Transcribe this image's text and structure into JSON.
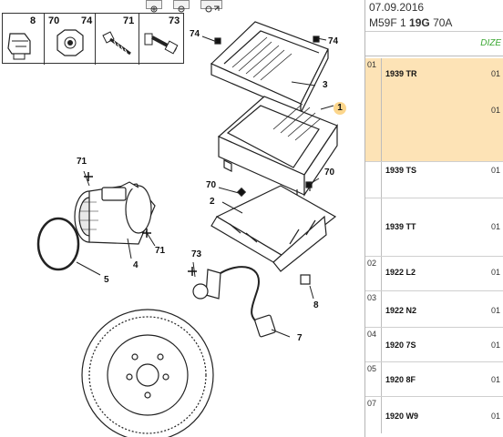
{
  "toolbar": {
    "buttons": [
      {
        "id": "zoom-in",
        "icon": "zoom-in-icon"
      },
      {
        "id": "zoom-out",
        "icon": "zoom-out-icon"
      },
      {
        "id": "zoom-fit",
        "icon": "zoom-fit-icon"
      }
    ]
  },
  "fasteners": {
    "labels": [
      "8",
      "70",
      "74",
      "71",
      "73"
    ]
  },
  "callouts": {
    "c1": "1",
    "c2": "2",
    "c3": "3",
    "c4": "4",
    "c5": "5",
    "c7": "7",
    "c8": "8",
    "c70a": "70",
    "c70b": "70",
    "c71a": "71",
    "c71b": "71",
    "c73": "73",
    "c74a": "74",
    "c74b": "74"
  },
  "panel": {
    "date": "07.09.2016",
    "model_prefix": "M59F 1",
    "model_bold": "19G",
    "model_suffix": "70A",
    "tag": "DIZE",
    "rows": [
      {
        "group": "01",
        "code": "1939 TR",
        "qty1": "01",
        "qty2": "01",
        "selected": true
      },
      {
        "group": "",
        "code": "1939 TS",
        "qty1": "01",
        "selected": false
      },
      {
        "group": "",
        "code": "1939 TT",
        "qty1": "01",
        "selected": false
      },
      {
        "group": "02",
        "code": "1922 L2",
        "qty1": "01",
        "selected": false
      },
      {
        "group": "03",
        "code": "1922 N2",
        "qty1": "01",
        "selected": false
      },
      {
        "group": "04",
        "code": "1920 7S",
        "qty1": "01",
        "selected": false
      },
      {
        "group": "05",
        "code": "1920 8F",
        "qty1": "01",
        "selected": false
      },
      {
        "group": "07",
        "code": "1920 W9",
        "qty1": "01",
        "selected": false
      }
    ]
  },
  "colors": {
    "selected_row": "#fde3b6",
    "tag_green": "#3aa832"
  }
}
